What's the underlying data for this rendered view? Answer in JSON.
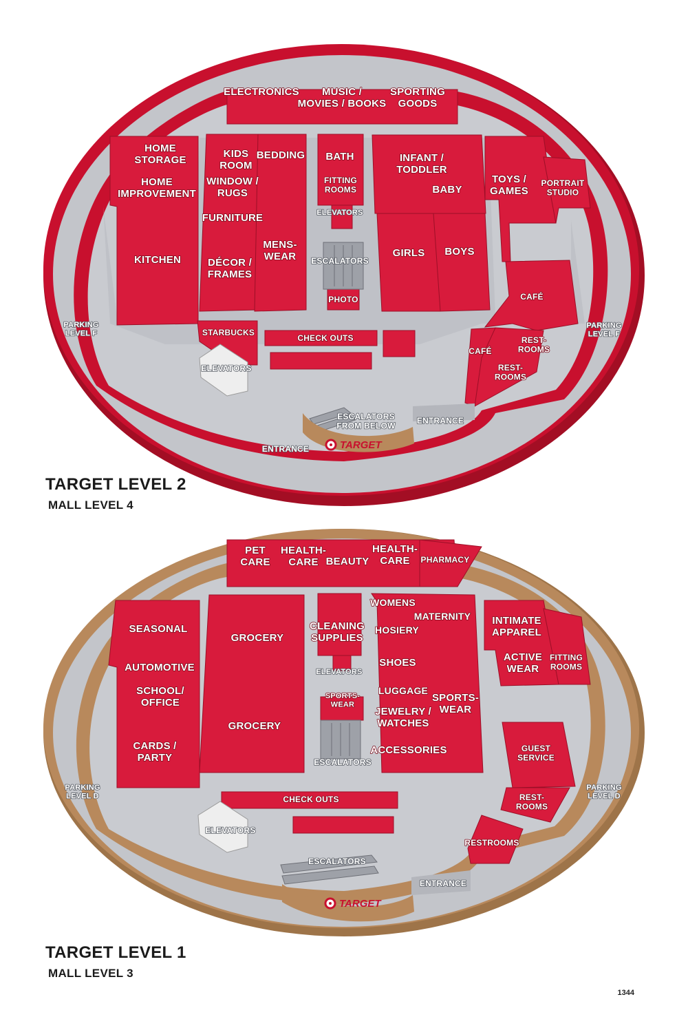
{
  "level2": {
    "title": "TARGET LEVEL 2",
    "subtitle": "MALL LEVEL 4",
    "labels": {
      "electronics": [
        "ELECTRONICS"
      ],
      "music": [
        "MUSIC /",
        "MOVIES / BOOKS"
      ],
      "sporting": [
        "SPORTING",
        "GOODS"
      ],
      "home_storage": [
        "HOME",
        "STORAGE"
      ],
      "home_improvement": [
        "HOME",
        "IMPROVEMENT"
      ],
      "kitchen": [
        "KITCHEN"
      ],
      "kids_room": [
        "KIDS",
        "ROOM"
      ],
      "bedding": [
        "BEDDING"
      ],
      "window_rugs": [
        "WINDOW /",
        "RUGS"
      ],
      "furniture": [
        "FURNITURE"
      ],
      "decor": [
        "DÉCOR /",
        "FRAMES"
      ],
      "menswear": [
        "MENS-",
        "WEAR"
      ],
      "bath": [
        "BATH"
      ],
      "fitting_rooms": [
        "FITTING",
        "ROOMS"
      ],
      "elevators_center": [
        "ELEVATORS"
      ],
      "escalators_center": [
        "ESCALATORS"
      ],
      "photo": [
        "PHOTO"
      ],
      "infant": [
        "INFANT /",
        "TODDLER"
      ],
      "baby": [
        "BABY"
      ],
      "girls": [
        "GIRLS"
      ],
      "boys": [
        "BOYS"
      ],
      "toys": [
        "TOYS /",
        "GAMES"
      ],
      "portrait": [
        "PORTRAIT",
        "STUDIO"
      ],
      "cafe_right": [
        "CAFÉ"
      ],
      "parking_left": [
        "PARKING",
        "LEVEL F"
      ],
      "parking_right": [
        "PARKING",
        "LEVEL F"
      ],
      "starbucks": [
        "STARBUCKS"
      ],
      "checkouts": [
        "CHECK OUTS"
      ],
      "elevators_left": [
        "ELEVATORS"
      ],
      "cafe_small": [
        "CAFÉ"
      ],
      "restrooms_a": [
        "REST-",
        "ROOMS"
      ],
      "restrooms_b": [
        "REST-",
        "ROOMS"
      ],
      "escalators_below": [
        "ESCALATORS",
        "FROM BELOW"
      ],
      "entrance_right": [
        "ENTRANCE"
      ],
      "entrance_bottom": [
        "ENTRANCE"
      ],
      "brand": "TARGET"
    }
  },
  "level1": {
    "title": "TARGET LEVEL 1",
    "subtitle": "MALL LEVEL 3",
    "labels": {
      "pet_care": [
        "PET",
        "CARE"
      ],
      "health_care_a": [
        "HEALTH-",
        "CARE"
      ],
      "beauty": [
        "BEAUTY"
      ],
      "health_care_b": [
        "HEALTH-",
        "CARE"
      ],
      "pharmacy": [
        "PHARMACY"
      ],
      "seasonal": [
        "SEASONAL"
      ],
      "automotive": [
        "AUTOMOTIVE"
      ],
      "school_office": [
        "SCHOOL/",
        "OFFICE"
      ],
      "cards_party": [
        "CARDS /",
        "PARTY"
      ],
      "grocery_a": [
        "GROCERY"
      ],
      "grocery_b": [
        "GROCERY"
      ],
      "cleaning": [
        "CLEANING",
        "SUPPLIES"
      ],
      "elevators_center": [
        "ELEVATORS"
      ],
      "sportswear_center": [
        "SPORTS-",
        "WEAR"
      ],
      "escalators_center": [
        "ESCALATORS"
      ],
      "womens": [
        "WOMENS"
      ],
      "maternity": [
        "MATERNITY"
      ],
      "hosiery": [
        "HOSIERY"
      ],
      "shoes": [
        "SHOES"
      ],
      "luggage": [
        "LUGGAGE"
      ],
      "sportswear_right": [
        "SPORTS-",
        "WEAR"
      ],
      "jewelry": [
        "JEWELRY /",
        "WATCHES"
      ],
      "accessories": [
        "ACCESSORIES"
      ],
      "intimate": [
        "INTIMATE",
        "APPAREL"
      ],
      "active": [
        "ACTIVE",
        "WEAR"
      ],
      "fitting_rooms": [
        "FITTING",
        "ROOMS"
      ],
      "guest": [
        "GUEST",
        "SERVICE"
      ],
      "parking_left": [
        "PARKING",
        "LEVEL D"
      ],
      "parking_right": [
        "PARKING",
        "LEVEL D"
      ],
      "checkouts": [
        "CHECK OUTS"
      ],
      "elevators_left": [
        "ELEVATORS"
      ],
      "restrooms_a": [
        "REST-",
        "ROOMS"
      ],
      "restrooms_b": [
        "RESTROOMS"
      ],
      "escalators_bottom": [
        "ESCALATORS"
      ],
      "entrance": [
        "ENTRANCE"
      ],
      "brand": "TARGET"
    }
  },
  "page_number": "1344",
  "colors": {
    "department": "#d81b3c",
    "floor": "#c9cbd0",
    "outer_ring_level2": "#c8102e",
    "outer_ring_level1": "#b8895c"
  }
}
